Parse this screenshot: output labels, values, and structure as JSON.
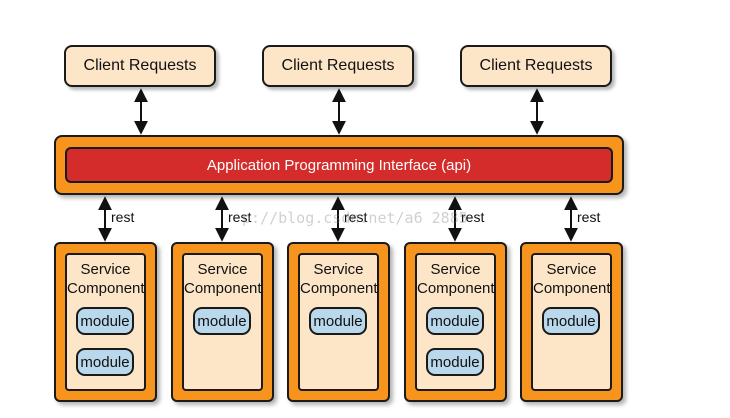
{
  "clients": [
    {
      "label": "Client Requests"
    },
    {
      "label": "Client Requests"
    },
    {
      "label": "Client Requests"
    }
  ],
  "api": {
    "label": "Application Programming Interface (api)"
  },
  "services": [
    {
      "title_line1": "Service",
      "title_line2": "Component",
      "modules": [
        "module",
        "module"
      ]
    },
    {
      "title_line1": "Service",
      "title_line2": "Component",
      "modules": [
        "module"
      ]
    },
    {
      "title_line1": "Service",
      "title_line2": "Component",
      "modules": [
        "module"
      ]
    },
    {
      "title_line1": "Service",
      "title_line2": "Component",
      "modules": [
        "module",
        "module"
      ]
    },
    {
      "title_line1": "Service",
      "title_line2": "Component",
      "modules": [
        "module"
      ]
    }
  ],
  "connector_label": "rest",
  "watermark": "p://blog.csdn.net/a6  2885",
  "colors": {
    "client_fill": "#fde5c8",
    "api_outer": "#f7941d",
    "api_inner": "#d42b2b",
    "service_outer": "#f7941d",
    "service_inner": "#fde5c8",
    "module_fill": "#b9d8ec",
    "outline": "#1a1a1a"
  }
}
